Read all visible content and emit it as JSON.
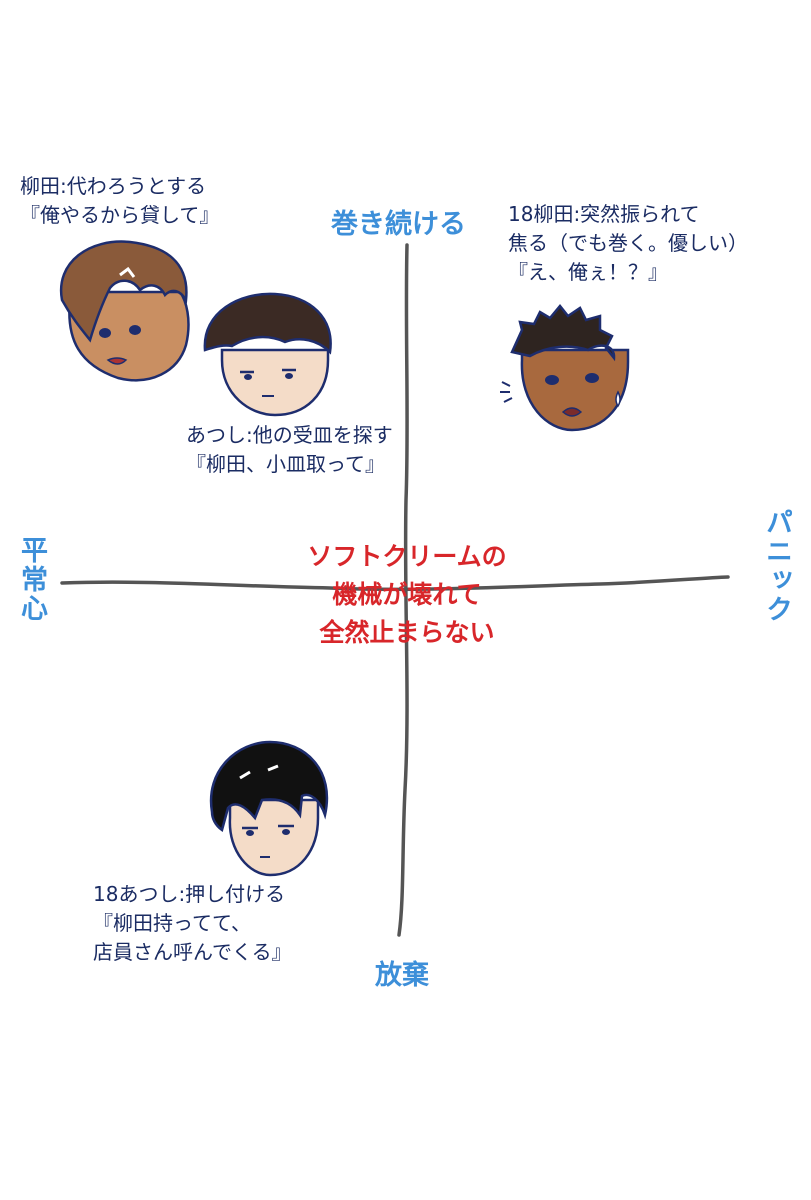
{
  "axes": {
    "top": "巻き続ける",
    "bottom": "放棄",
    "left": "平常心",
    "right": "パニック"
  },
  "center": {
    "lines": [
      "ソフトクリームの",
      "機械が壊れて",
      "全然止まらない"
    ]
  },
  "notes": {
    "top_left": {
      "lines": [
        "柳田:代わろうとする",
        "『俺やるから貸して』"
      ]
    },
    "middle_left": {
      "lines": [
        "あつし:他の受皿を探す",
        "『柳田、小皿取って』"
      ]
    },
    "top_right": {
      "lines": [
        "18柳田:突然振られて",
        "焦る（でも巻く。優しい）",
        "『え、俺ぇ！？』"
      ]
    },
    "bottom_left": {
      "lines": [
        "18あつし:押し付ける",
        "『柳田持ってて、",
        "店員さん呼んでくる』"
      ]
    }
  },
  "colors": {
    "axis_label": "#3d8fd9",
    "center_text": "#d8262a",
    "note_text": "#1b2c63",
    "axis_line": "#555555",
    "outline": "#1e2d6e"
  }
}
